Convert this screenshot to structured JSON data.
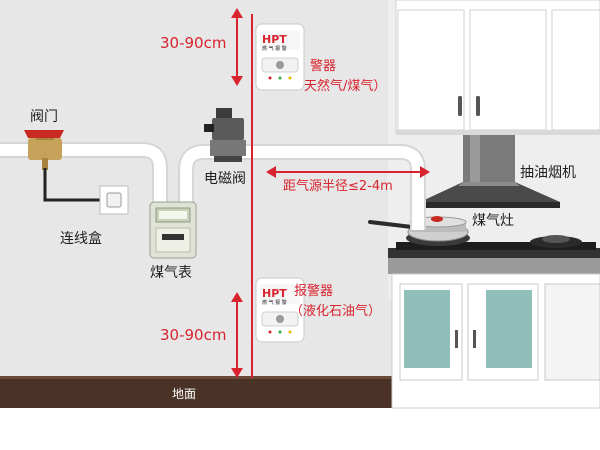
{
  "labels": {
    "valve": "阀门",
    "junction_box": "连线盒",
    "gas_meter": "煤气表",
    "solenoid_valve": "电磁阀",
    "alarm_top_line1": "警器",
    "alarm_top_line2": "天然气/煤气）",
    "range_hood": "抽油烟机",
    "gas_stove": "煤气灶",
    "distance": "距气源半径≤2-4m",
    "alarm_bottom_line1": "报警器",
    "alarm_bottom_line2": "（液化石油气）",
    "height_top": "30-90cm",
    "height_bottom": "30-90cm",
    "floor": "地面",
    "device_brand": "HPT",
    "device_sub": "燃 气 报 警"
  },
  "colors": {
    "wall": "#e7e7e7",
    "floor": "#4b3226",
    "pipe": "#ffffff",
    "red_line": "#d8242f",
    "cabinet": "#ffffff",
    "glass": "#8fbfb8",
    "valve_handle": "#c82a22",
    "brass": "#c6a15a"
  }
}
